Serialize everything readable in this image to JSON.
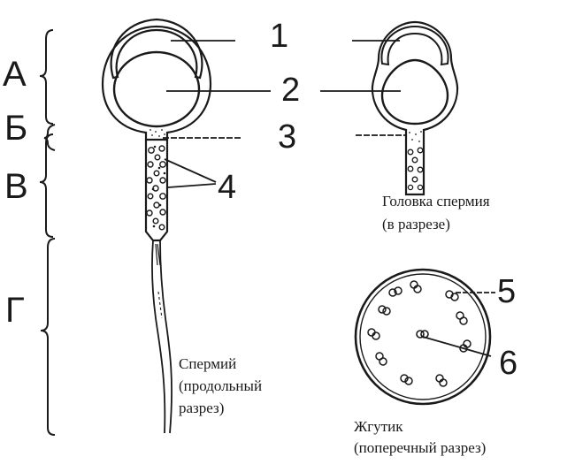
{
  "section_letters": [
    "А",
    "Б",
    "В",
    "Г"
  ],
  "callouts": [
    "1",
    "2",
    "3",
    "4",
    "5",
    "6"
  ],
  "captions": {
    "sperm": [
      "Спермий",
      "(продольный",
      "разрез)"
    ],
    "head": [
      "Головка спермия",
      "(в разрезе)"
    ],
    "flagellum": [
      "Жгутик",
      "(поперечный разрез)"
    ]
  },
  "colors": {
    "ink": "#1a1a1a",
    "paper": "#ffffff"
  }
}
